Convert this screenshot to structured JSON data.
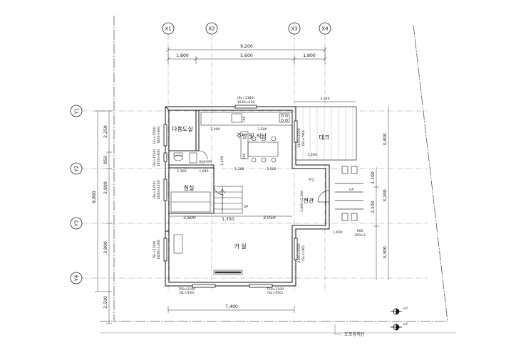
{
  "grid_x": [
    "X1",
    "X2",
    "X3",
    "X4"
  ],
  "grid_y": [
    "Y1",
    "Y2",
    "Y3",
    "Y4"
  ],
  "dims_top": {
    "total": "9,200",
    "seg1": "1,800",
    "seg2": "5,600",
    "seg3": "1,800"
  },
  "dims_left": {
    "total": "9,900",
    "seg1": "2,250",
    "seg2": "950",
    "seg3": "2,800",
    "seg4": "3,900",
    "seg5": "2,500"
  },
  "dims_right": {
    "deck": "3,040",
    "deck_v": "3,400",
    "v1": "1,100",
    "v2": "3,200",
    "v3": "2,100",
    "v4": "3,300"
  },
  "dims_bottom": {
    "total": "7,400"
  },
  "rooms": {
    "utility": "다용도실",
    "kitchen": "주방 및 식당",
    "deck": "데크",
    "bedroom": "침실",
    "entrance": "현관",
    "living": "거 실",
    "foyer_small": "수납"
  },
  "interior_dims": {
    "k1": "2,000",
    "k2": "3,500",
    "k3": "700",
    "k4": "1,600",
    "k5": "1,200",
    "k6": "2,500",
    "k7": "1,560",
    "k8": "1,040",
    "k9": "1,450",
    "k10": "300",
    "k11": "600",
    "k12": "1,600",
    "l1": "2,600",
    "l2": "1,750",
    "l3": "3,050",
    "e1": "1,600",
    "e2": "900",
    "e3": "300×3"
  },
  "windows": {
    "w_kitchen_a": "(SL+1180)",
    "w_kitchen_b": "1830×630",
    "w_util_a": "(SL+1500)",
    "w_util_b": "1830×600",
    "w_bath_a": "(SL+1500)",
    "w_bath_b": "1830×600",
    "w_bed_a": "(SL+1200)",
    "w_bed_b": "1830×1200",
    "w_live_a": "(SL+1200)",
    "w_live_b": "1830×1200",
    "w_deck_a": "1830×2200",
    "w_deck_b": "(SL+780)",
    "w_right_a": "2100×2500",
    "w_right_b": "(SL+180)",
    "w_bottom1_a": "750×2100",
    "w_bottom1_b": "(SL+450)",
    "w_bottom2_a": "750×2100",
    "w_bottom2_b": "(SL+450)",
    "door_ent": "1,000×2,400",
    "bath_label": "욕실/샤워"
  },
  "up_label": "UP",
  "legend": {
    "level1": "±0",
    "level2": "±0",
    "road_line": "도로경계선"
  }
}
